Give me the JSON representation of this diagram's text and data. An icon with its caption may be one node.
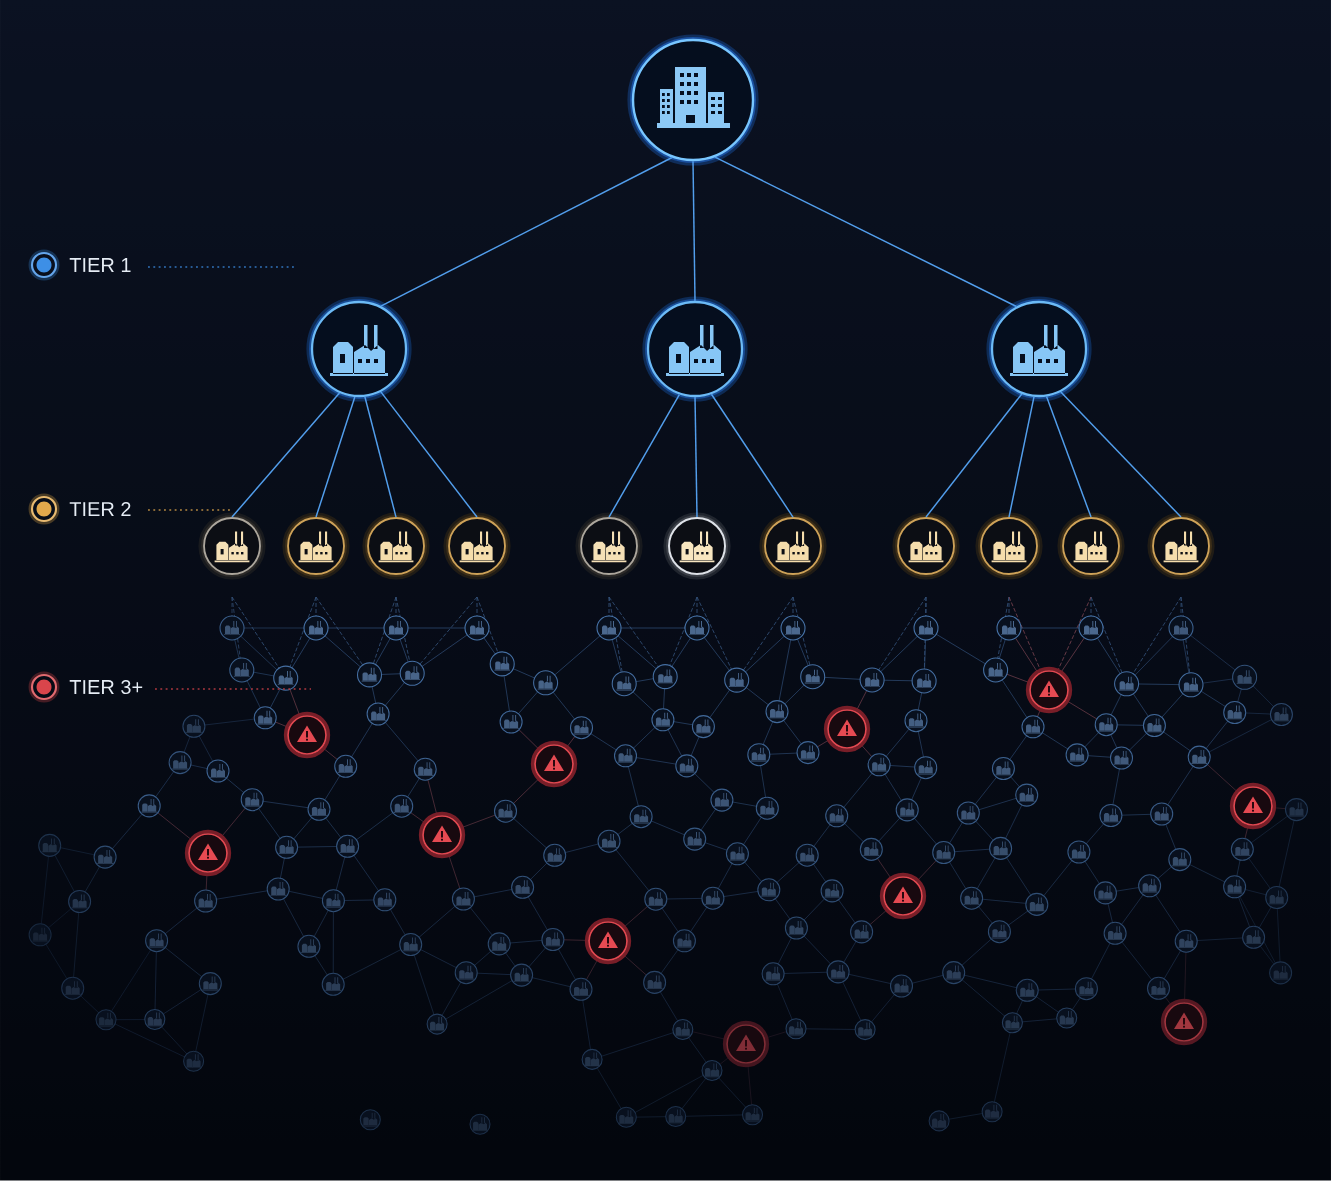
{
  "diagram": {
    "nodes": [
      {
        "text": [],
        "shape": "picture"
      },
      {
        "text": [],
        "shape": "picture"
      },
      {
        "text": [],
        "shape": "picture"
      },
      {
        "text": [],
        "shape": "picture"
      },
      {
        "text": [],
        "shape": "picture"
      },
      {
        "text": [],
        "shape": "picture"
      },
      {
        "text": [],
        "shape": "picture"
      },
      {
        "text": [],
        "shape": "picture"
      },
      {
        "text": [],
        "shape": "picture"
      },
      {
        "text": [],
        "shape": "picture"
      },
      {
        "text": [],
        "shape": "picture"
      },
      {
        "text": [],
        "shape": "picture"
      },
      {
        "text": [],
        "shape": "picture"
      },
      {
        "text": [],
        "shape": "picture"
      },
      {
        "text": [],
        "shape": "picture"
      }
    ],
    "edges": [
      {
        "from": 0,
        "to": 1,
        "arrow": "none"
      },
      {
        "from": 0,
        "to": 2,
        "arrow": "none"
      },
      {
        "from": 0,
        "to": 3,
        "arrow": "none"
      },
      {
        "from": 1,
        "to": 4,
        "arrow": "none"
      },
      {
        "from": 1,
        "to": 5,
        "arrow": "none"
      },
      {
        "from": 1,
        "to": 6,
        "arrow": "none"
      },
      {
        "from": 1,
        "to": 7,
        "arrow": "none"
      },
      {
        "from": 2,
        "to": 8,
        "arrow": "none"
      },
      {
        "from": 2,
        "to": 9,
        "arrow": "none"
      },
      {
        "from": 2,
        "to": 10,
        "arrow": "none"
      },
      {
        "from": 3,
        "to": 11,
        "arrow": "none"
      },
      {
        "from": 3,
        "to": 12,
        "arrow": "none"
      },
      {
        "from": 3,
        "to": 13,
        "arrow": "none"
      },
      {
        "from": 3,
        "to": 14,
        "arrow": "none"
      }
    ],
    "legend": [
      {
        "text": "TIER 1",
        "color": "#3d8fe6"
      },
      {
        "text": "TIER 2",
        "color": "#e2a94c"
      },
      {
        "text": "TIER 3+",
        "color": "#d9454b"
      }
    ]
  }
}
